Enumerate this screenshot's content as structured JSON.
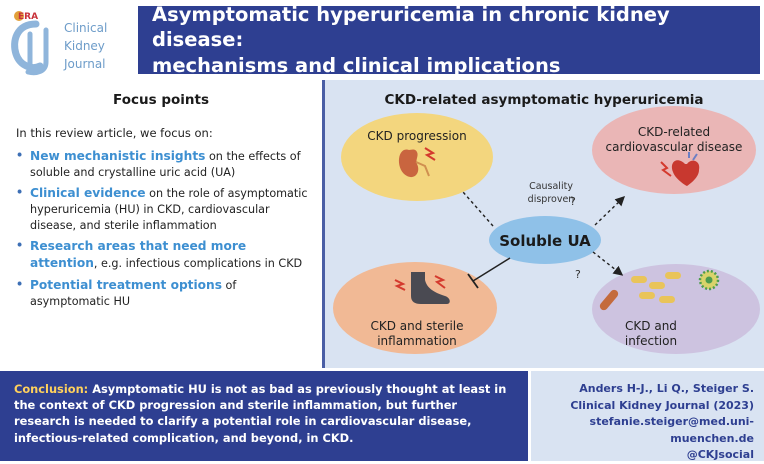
{
  "logo": {
    "era": "ERA",
    "line1": "Clinical",
    "line2": "Kidney",
    "line3": "Journal"
  },
  "title": {
    "line1": "Asymptomatic hyperuricemia in chronic kidney disease:",
    "line2": "mechanisms and clinical implications"
  },
  "focus": {
    "heading": "Focus points",
    "intro": "In this review article, we focus on:",
    "points": [
      {
        "highlight": "New mechanistic insights",
        "rest": " on the effects of soluble and crystalline uric acid (UA)"
      },
      {
        "highlight": "Clinical evidence",
        "rest": " on the role of asymptomatic hyperuricemia (HU) in CKD, cardiovascular disease, and sterile inflammation"
      },
      {
        "highlight": "Research areas that need more attention",
        "rest": ", e.g. infectious complications in CKD"
      },
      {
        "highlight": "Potential treatment options",
        "rest": " of asymptomatic HU"
      }
    ]
  },
  "diagram": {
    "heading": "CKD-related asymptomatic hyperuricemia",
    "center": "Soluble UA",
    "ckd_progression": "CKD progression",
    "cv_line1": "CKD-related",
    "cv_line2": "cardiovascular disease",
    "inflam_line1": "CKD and sterile",
    "inflam_line2": "inflammation",
    "infection_line1": "CKD and",
    "infection_line2": "infection",
    "causality_line1": "Causality",
    "causality_line2": "disproven",
    "question1": "?",
    "question2": "?"
  },
  "conclusion": {
    "label": "Conclusion:",
    "text": " Asymptomatic HU is not as bad as previously thought at least in the context of CKD progression and sterile inflammation, but further research is needed to clarify a potential role in cardiovascular disease, infectious-related complication, and beyond, in CKD."
  },
  "citation": {
    "authors": "Anders H-J., Li Q., Steiger S.",
    "journal": "Clinical Kidney Journal (2023)",
    "email": "stefanie.steiger@med.uni-muenchen.de",
    "social": "@CKJsocial"
  },
  "colors": {
    "navy": "#2e3f91",
    "accent": "#3d8fd1",
    "panel": "#d9e3f2",
    "yellow": "#f3d67e",
    "pink": "#eab6b6",
    "orange": "#f1b995",
    "lilac": "#cdc3e0",
    "center": "#8fc1e8"
  }
}
